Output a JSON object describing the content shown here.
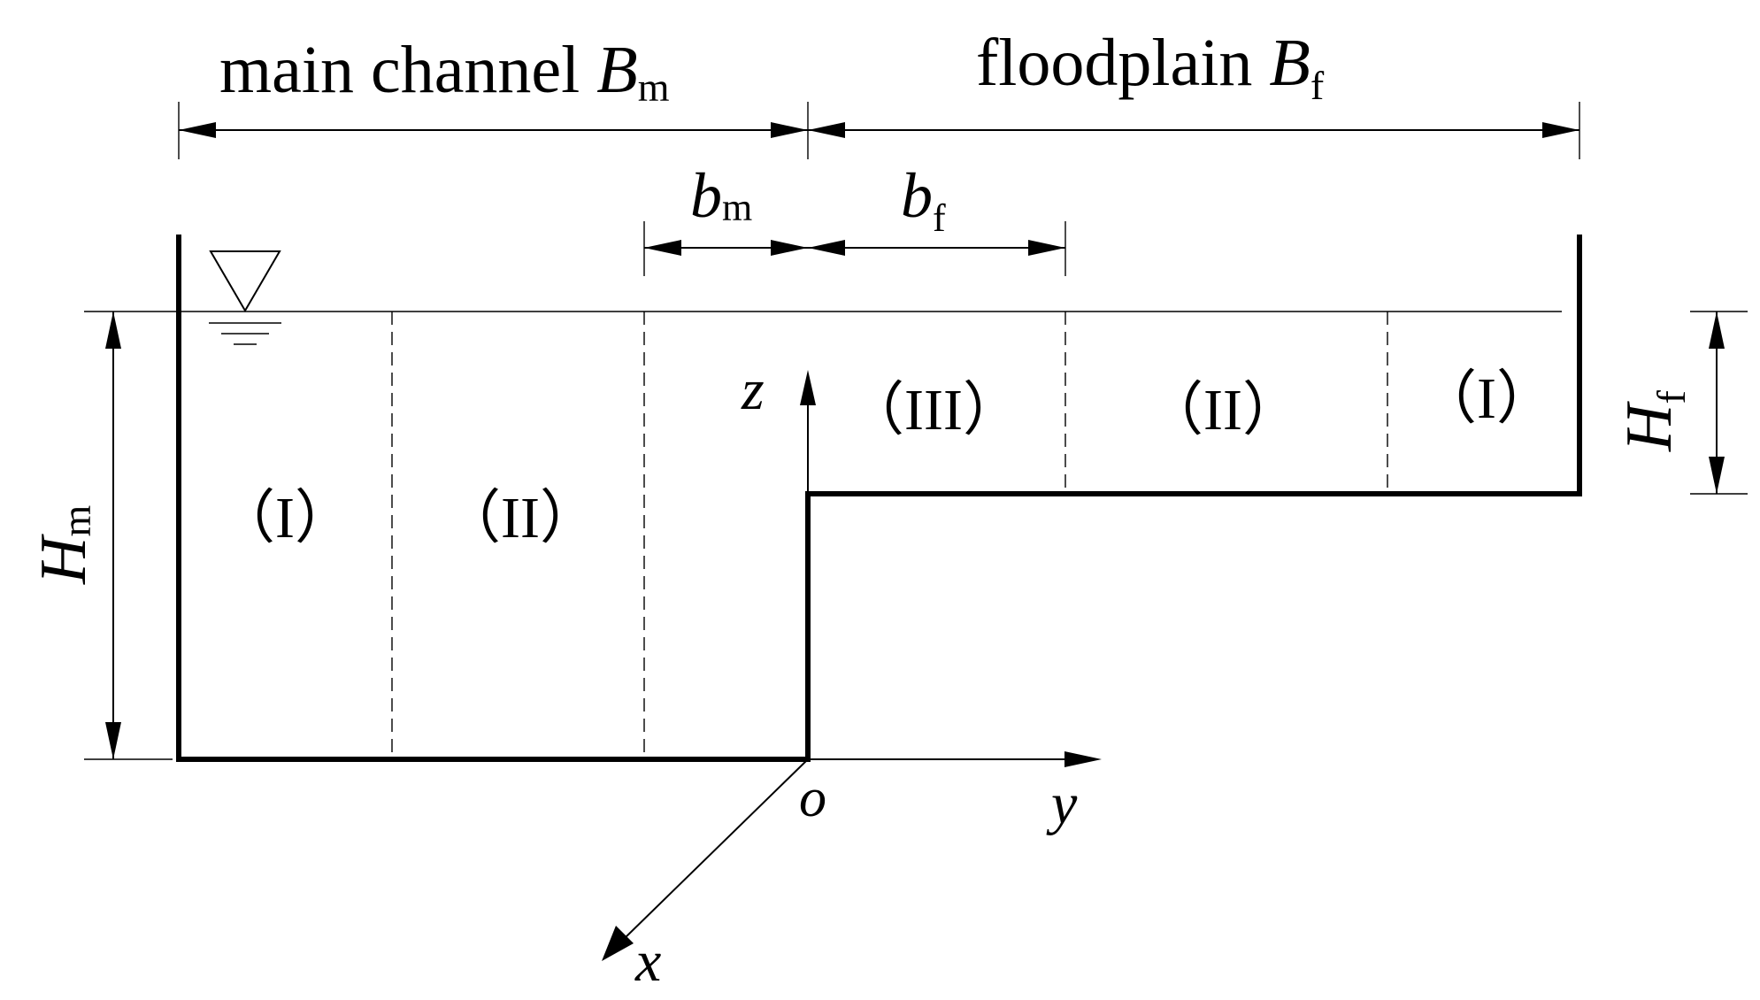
{
  "headers": {
    "main_channel": {
      "text": "main channel ",
      "symbol": "B",
      "sub": "m"
    },
    "floodplain": {
      "text": "floodplain ",
      "symbol": "B",
      "sub": "f"
    }
  },
  "dimensions": {
    "bm": {
      "symbol": "b",
      "sub": "m"
    },
    "bf": {
      "symbol": "b",
      "sub": "f"
    },
    "Hm": {
      "symbol": "H",
      "sub": "m"
    },
    "Hf": {
      "symbol": "H",
      "sub": "f"
    }
  },
  "axes": {
    "z": "z",
    "y": "y",
    "x": "x",
    "origin": "o"
  },
  "zones": {
    "main_I": "（I）",
    "main_II": "（II）",
    "flood_III": "（III）",
    "flood_II": "（II）",
    "flood_I": "（I）"
  },
  "symbols": {
    "water_surface": "water-surface-symbol"
  }
}
